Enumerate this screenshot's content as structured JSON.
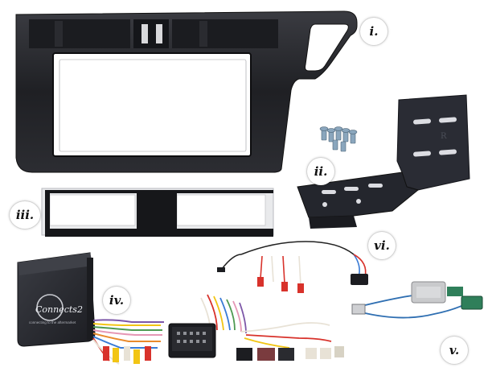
{
  "labels": {
    "i": "i.",
    "ii": "ii.",
    "iii": "iii.",
    "iv": "iv.",
    "v": "v.",
    "vi": "vi."
  },
  "module": {
    "brand": "Connects2",
    "tagline": "connecting to the aftermarket"
  },
  "colors": {
    "fascia": "#232428",
    "fascia_edge": "#3a3b40",
    "bracket": "#2a2c34",
    "screws": "#8aa6bd",
    "silver_frame": "#e9eaec",
    "module_body": "#2b2d33",
    "wire_red": "#d8322b",
    "wire_yellow": "#f2c514",
    "wire_blue": "#3a7bd5",
    "wire_white": "#e8e2d6",
    "wire_pink": "#e597b5",
    "wire_green": "#4f9a52",
    "wire_orange": "#e98a2c",
    "wire_violet": "#7d57a8",
    "antenna_cable": "#2f6fb2",
    "fakra_green": "#2f7f5a"
  }
}
